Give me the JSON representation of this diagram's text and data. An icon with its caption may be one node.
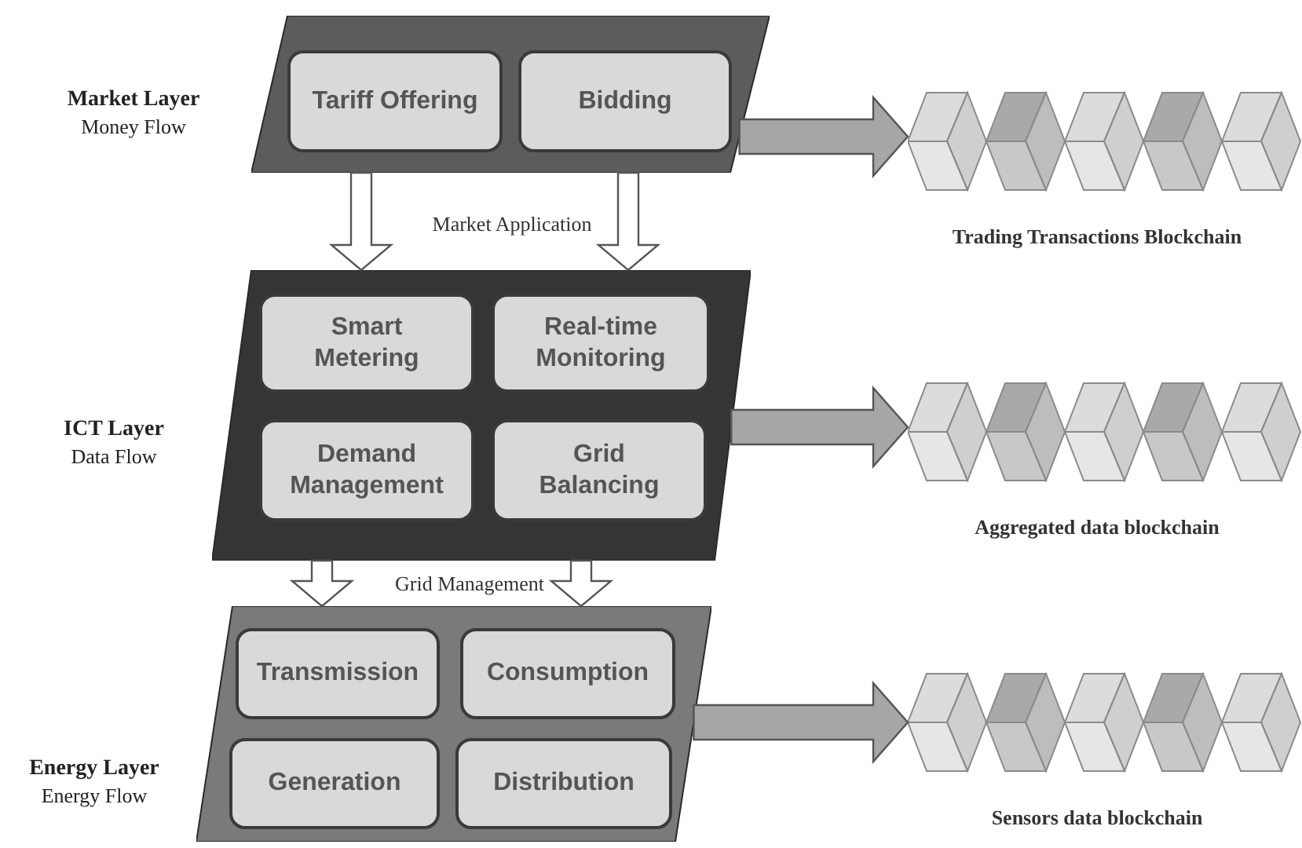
{
  "diagram": {
    "nodes": [
      {
        "text": [
          "Market Layer",
          "Money Flow"
        ]
      },
      {
        "text": [
          "Tariff Offering"
        ],
        "in": 0
      },
      {
        "text": [
          "Bidding"
        ],
        "in": 0
      },
      {
        "text": [
          "Trading Transactions Blockchain"
        ]
      },
      {
        "text": [
          "ICT Layer",
          "Data Flow"
        ]
      },
      {
        "text": [
          "Smart Metering"
        ],
        "in": 4
      },
      {
        "text": [
          "Real-time Monitoring"
        ],
        "in": 4
      },
      {
        "text": [
          "Demand Management"
        ],
        "in": 4
      },
      {
        "text": [
          "Grid Balancing"
        ],
        "in": 4
      },
      {
        "text": [
          "Aggregated data blockchain"
        ]
      },
      {
        "text": [
          "Energy Layer",
          "Energy Flow"
        ]
      },
      {
        "text": [
          "Transmission"
        ],
        "in": 10
      },
      {
        "text": [
          "Consumption"
        ],
        "in": 10
      },
      {
        "text": [
          "Generation"
        ],
        "in": 10
      },
      {
        "text": [
          "Distribution"
        ],
        "in": 10
      },
      {
        "text": [
          "Sensors data blockchain"
        ]
      }
    ],
    "edges": [
      {
        "from": 0,
        "to": 4,
        "arrow": "to"
      },
      {
        "from": 0,
        "to": 4,
        "arrow": "to"
      },
      {
        "from": 0,
        "to": 3,
        "arrow": "to",
        "style": "thick",
        "color": "#a6a6a6"
      },
      {
        "from": 4,
        "to": 10,
        "arrow": "to"
      },
      {
        "from": 4,
        "to": 10,
        "arrow": "to"
      },
      {
        "from": 4,
        "to": 9,
        "arrow": "to",
        "style": "thick",
        "color": "#a6a6a6"
      },
      {
        "from": 10,
        "to": 15,
        "arrow": "to",
        "style": "thick",
        "color": "#a6a6a6"
      }
    ],
    "labels": [
      "Market Application",
      "Grid Management"
    ]
  }
}
